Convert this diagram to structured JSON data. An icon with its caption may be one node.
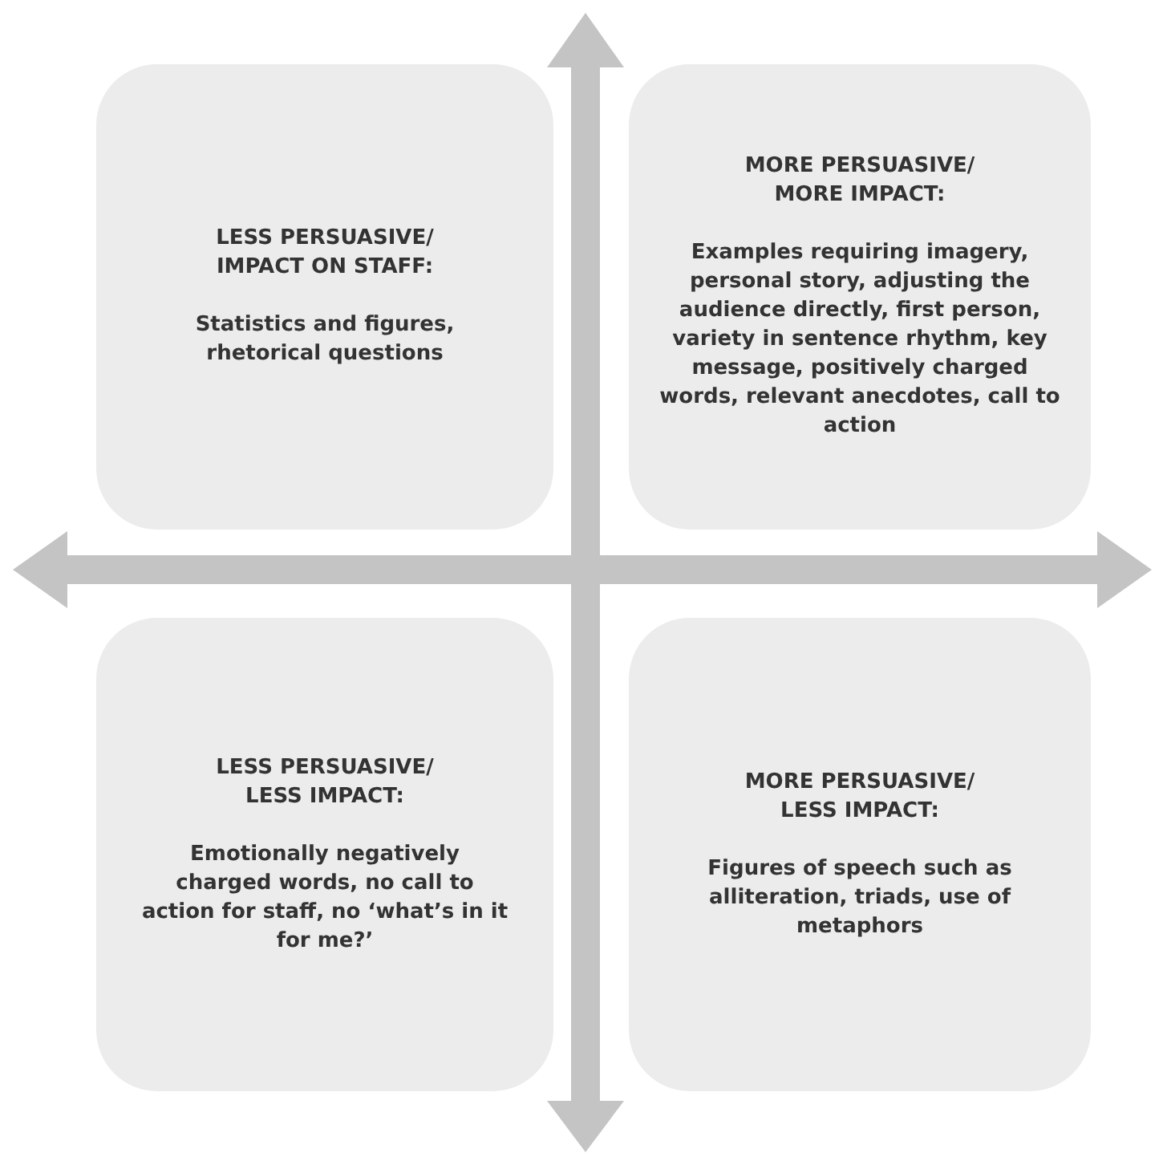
{
  "diagram": {
    "nodes": [
      {
        "text": [
          "LESS PERSUASIVE/ IMPACT ON STAFF:",
          "Statistics and figures, rhetorical questions"
        ]
      },
      {
        "text": [
          "MORE PERSUASIVE/ MORE IMPACT:",
          "Examples requiring imagery, personal story, adjusting the audience directly, first person, variety in sentence rhythm, key message, positively charged words, relevant anecdotes, call to action"
        ]
      },
      {
        "text": [
          "LESS PERSUASIVE/ LESS IMPACT:",
          "Emotionally negatively charged words, no call to action for staff, no ‘what’s in it for me?’"
        ]
      },
      {
        "text": [
          "MORE PERSUASIVE/ LESS IMPACT:",
          "Figures of speech such as alliteration, triads, use of metaphors"
        ]
      }
    ]
  }
}
